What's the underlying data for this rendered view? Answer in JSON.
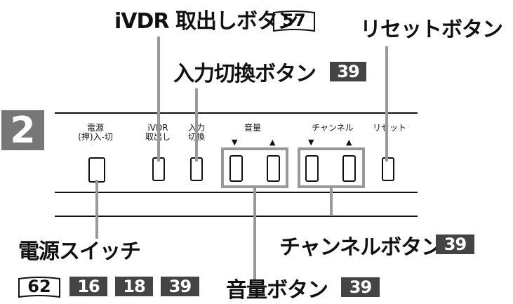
{
  "step_number": "2",
  "panel": {
    "power_label_1": "電源",
    "power_label_2": "(押)入-切",
    "ivdr_label_1": "iVDR",
    "ivdr_label_2": "取出し",
    "input_label_1": "入力",
    "input_label_2": "切換",
    "volume_label": "音量",
    "channel_label": "チャンネル",
    "reset_label": "リセット",
    "down_arrow": "▼",
    "up_arrow": "▲"
  },
  "callouts": {
    "ivdr_eject": "iVDR 取出しボタン",
    "ivdr_eject_ref": "57",
    "reset": "リセットボタン",
    "input_switch": "入力切換ボタン",
    "input_switch_ref": "39",
    "power_switch": "電源スイッチ",
    "power_refs": [
      "62",
      "16",
      "18",
      "39"
    ],
    "channel": "チャンネルボタン",
    "channel_ref": "39",
    "volume": "音量ボタン",
    "volume_ref": "39"
  }
}
